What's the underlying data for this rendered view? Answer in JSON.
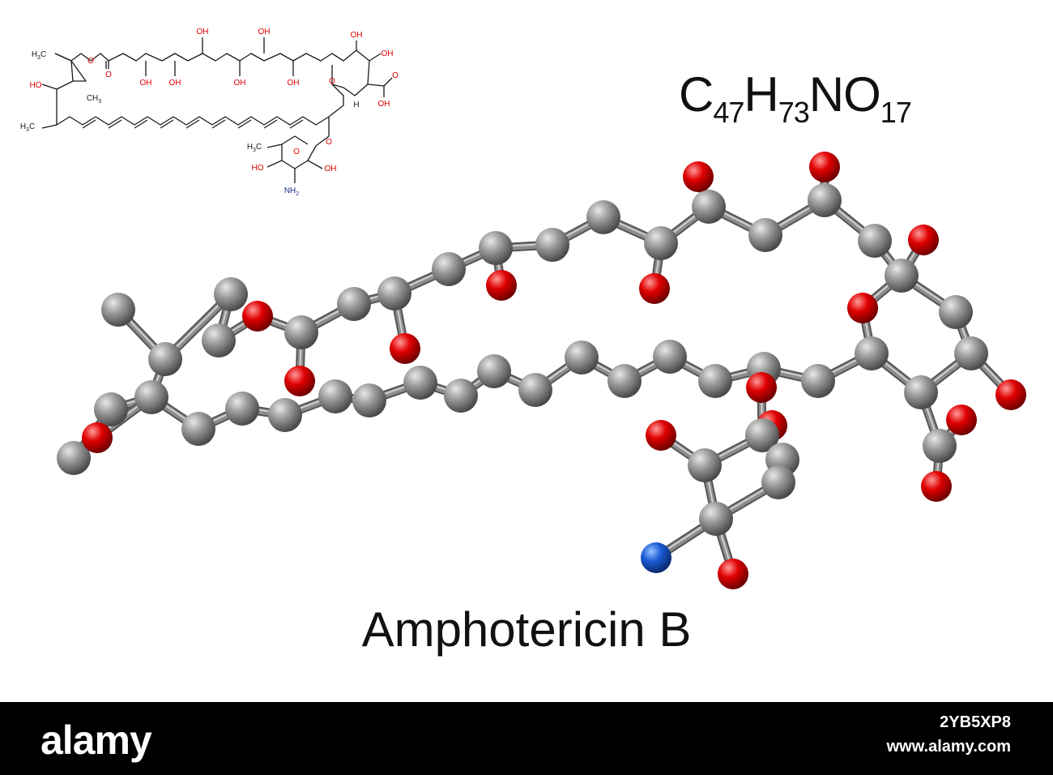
{
  "molecule": {
    "name": "Amphotericin B",
    "formula": {
      "parts": [
        {
          "sym": "C",
          "sub": "47"
        },
        {
          "sym": "H",
          "sub": "73"
        },
        {
          "sym": "N",
          "sub": ""
        },
        {
          "sym": "O",
          "sub": "17"
        }
      ]
    },
    "colors": {
      "carbon": "#8a8a8a",
      "oxygen": "#e00000",
      "nitrogen": "#1a5cd6",
      "bond": "#8c8c8c",
      "line": "#1a1a1a"
    }
  },
  "skeletal_labels": {
    "oh": "OH",
    "ho": "HO",
    "ch3": "CH",
    "h3c": "H",
    "three": "3",
    "o": "O",
    "h": "H",
    "nh2": "NH",
    "two": "2"
  },
  "footer": {
    "logo": "alamy",
    "image_id": "2YB5XP8",
    "site": "www.alamy.com"
  }
}
